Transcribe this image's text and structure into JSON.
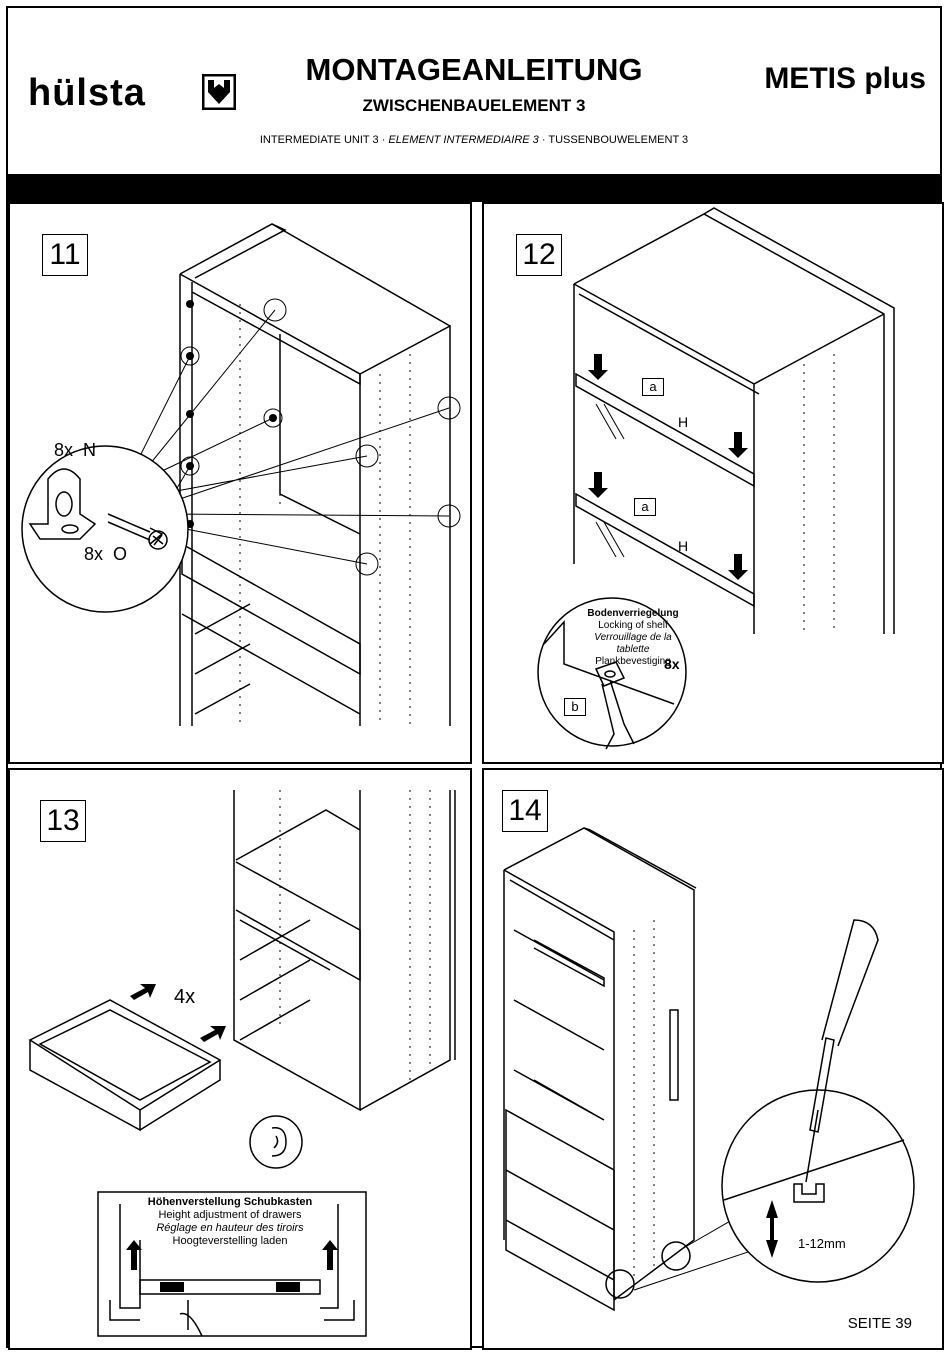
{
  "header": {
    "brand": "hülsta",
    "title": "MONTAGEANLEITUNG",
    "subtitle": "ZWISCHENBAUELEMENT 3",
    "translations": [
      "INTERMEDIATE UNIT 3",
      "ELEMENT INTERMEDIAIRE 3",
      "TUSSENBOUWELEMENT 3"
    ],
    "separator": "·",
    "product": "METIS plus"
  },
  "steps": [
    {
      "number": "11",
      "qty_bracket": "8x",
      "bracket_code": "N",
      "qty_screw": "8x",
      "screw_code": "O"
    },
    {
      "number": "12",
      "label_a1": "a",
      "label_a2": "a",
      "label_h1": "H",
      "label_h2": "H",
      "callout_title": "Bodenverriegelung",
      "callout_en": "Locking of shelf",
      "callout_fr": "Verrouillage de la tablette",
      "callout_nl": "Plankbevestiging",
      "callout_qty": "8x",
      "callout_label": "b"
    },
    {
      "number": "13",
      "qty": "4x",
      "box_title": "Höhenverstellung Schubkasten",
      "box_en": "Height adjustment of drawers",
      "box_fr": "Réglage en hauteur des tiroirs",
      "box_nl": "Hoogteverstelling laden"
    },
    {
      "number": "14",
      "range": "1-12mm"
    }
  ],
  "footer": {
    "page": "SEITE 39"
  }
}
